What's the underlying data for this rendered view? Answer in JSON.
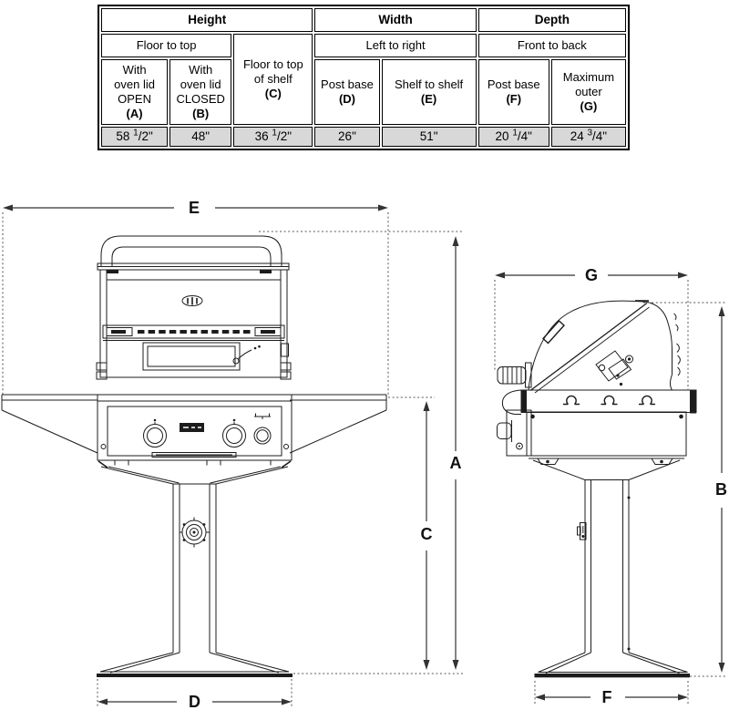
{
  "colors": {
    "line": "#1c1c1c",
    "dimension_line": "#333333",
    "table_border": "#000000",
    "value_row_bg": "#d8d8d8"
  },
  "spec_table": {
    "top_headers": [
      {
        "label": "Height"
      },
      {
        "label": "Width"
      },
      {
        "label": "Depth"
      }
    ],
    "mid_headers": [
      {
        "label": "Floor to top"
      },
      {
        "label": "Left to right"
      },
      {
        "label": "Front to back"
      }
    ],
    "col_c": {
      "label": "Floor to top\nof shelf",
      "letter": "(C)"
    },
    "col_headers": [
      {
        "label": "With\noven lid\nOPEN",
        "letter": "(A)"
      },
      {
        "label": "With\noven lid\nCLOSED",
        "letter": "(B)"
      },
      {
        "label": "Post base",
        "letter": "(D)"
      },
      {
        "label": "Shelf to shelf",
        "letter": "(E)"
      },
      {
        "label": "Post base",
        "letter": "(F)"
      },
      {
        "label": "Maximum\nouter",
        "letter": "(G)"
      }
    ],
    "values": [
      {
        "main": "58 ",
        "sup": "1",
        "rest": "/2\""
      },
      {
        "main": "48\"",
        "sup": "",
        "rest": ""
      },
      {
        "main": "36 ",
        "sup": "1",
        "rest": "/2\""
      },
      {
        "main": "26\"",
        "sup": "",
        "rest": ""
      },
      {
        "main": "51\"",
        "sup": "",
        "rest": ""
      },
      {
        "main": "20 ",
        "sup": "1",
        "rest": "/4\""
      },
      {
        "main": "24 ",
        "sup": "3",
        "rest": "/4\""
      }
    ]
  },
  "dim_labels": {
    "a": "A",
    "b": "B",
    "c": "C",
    "d": "D",
    "e": "E",
    "f": "F",
    "g": "G"
  }
}
